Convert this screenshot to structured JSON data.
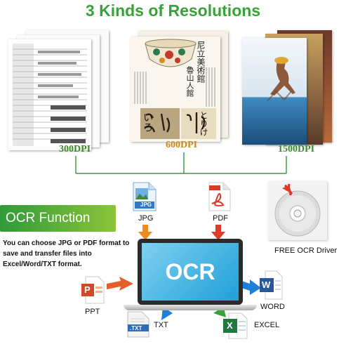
{
  "title": "3 Kinds of Resolutions",
  "resolutions": [
    {
      "label": "300DPI",
      "color": "#3a8a2a"
    },
    {
      "label": "600DPI",
      "color": "#c98a10"
    },
    {
      "label": "1500DPI",
      "color": "#3a8a2a"
    }
  ],
  "doc_text": {
    "jp_title": "尼立美術館",
    "jp_sub": "魯山人館",
    "calligraphy_a": "いろ",
    "calligraphy_b": "とりけ"
  },
  "ocr_function": {
    "badge": "OCR Function",
    "description": "You can choose JPG or PDF format to save and transfer files into Excel/Word/TXT format."
  },
  "inputs": [
    {
      "label": "JPG",
      "icon_text": "JPG",
      "icon": "jpg-file-icon"
    },
    {
      "label": "PDF",
      "icon": "pdf-file-icon"
    }
  ],
  "driver": {
    "label": "FREE OCR Driver",
    "icon": "cd-disc-icon"
  },
  "laptop_text": "OCR",
  "outputs": [
    {
      "label": "PPT",
      "icon": "powerpoint-file-icon",
      "icon_text": "P"
    },
    {
      "label": "TXT",
      "icon": "txt-file-icon",
      "icon_text": ".TXT"
    },
    {
      "label": "EXCEL",
      "icon": "excel-file-icon",
      "icon_text": "X"
    },
    {
      "label": "WORD",
      "icon": "word-file-icon",
      "icon_text": "W"
    }
  ],
  "colors": {
    "green": "#3aa13a",
    "orange": "#f08a1e",
    "red": "#e03a2a",
    "blue": "#1e7fd8",
    "teal": "#1fa8c8"
  }
}
